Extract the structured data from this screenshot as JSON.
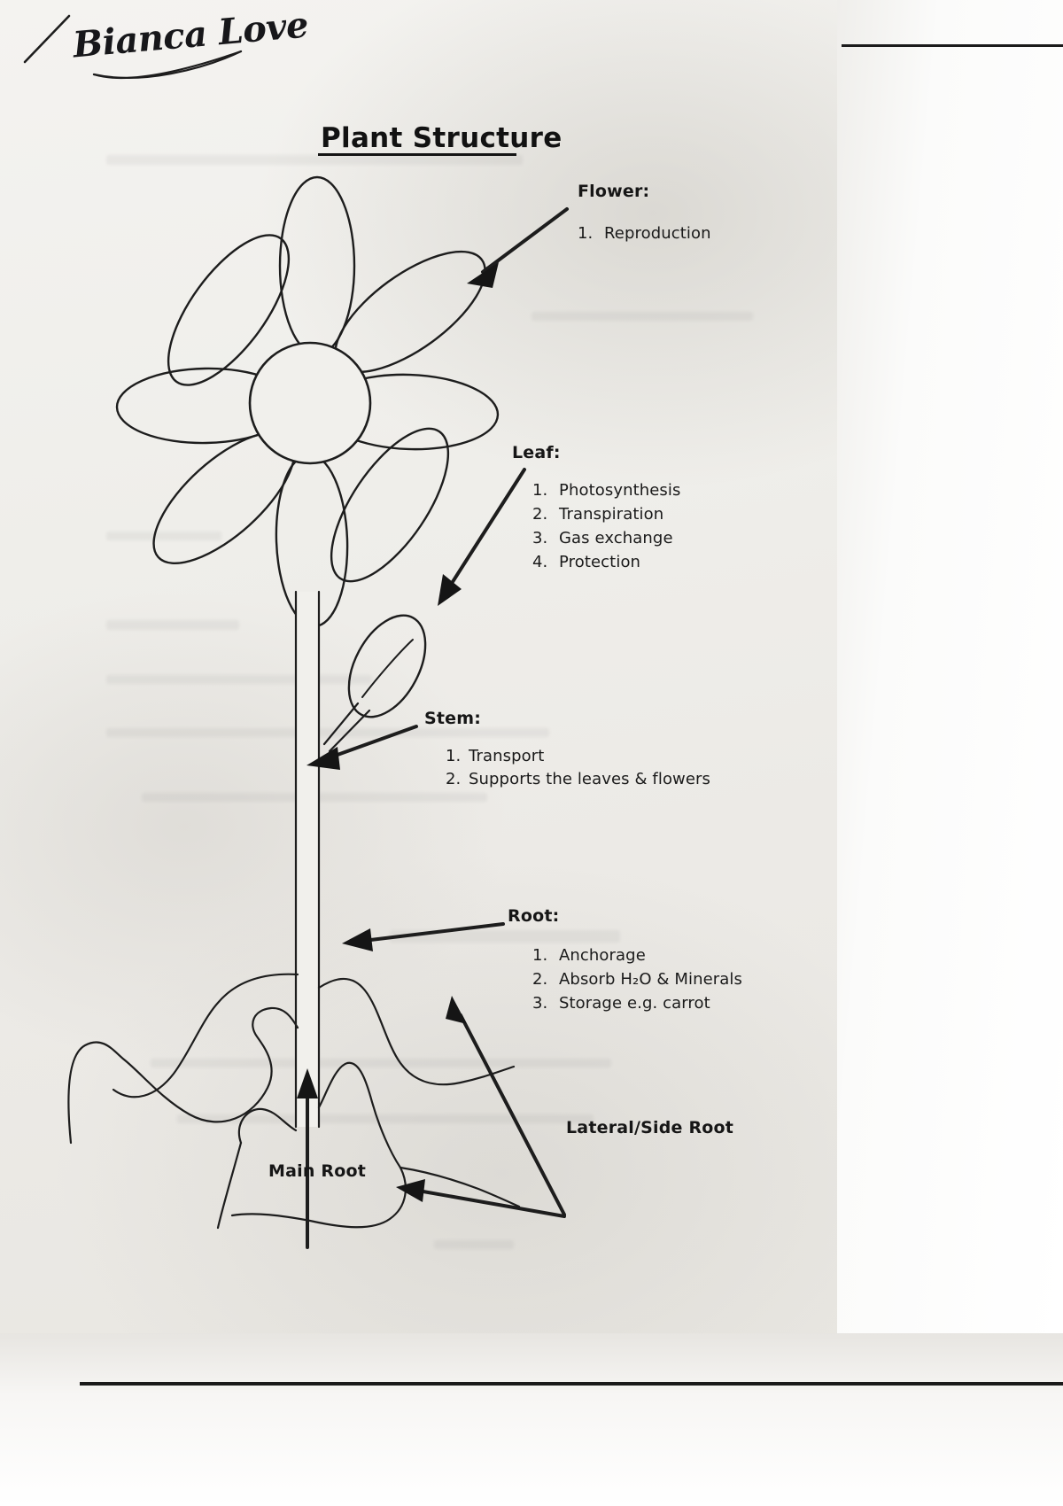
{
  "document": {
    "signature": "Bianca Love",
    "title": "Plant Structure"
  },
  "annotations": {
    "flower": {
      "heading": "Flower:",
      "items": [
        {
          "num": "1.",
          "text": "Reproduction"
        }
      ]
    },
    "leaf": {
      "heading": "Leaf:",
      "items": [
        {
          "num": "1.",
          "text": "Photosynthesis"
        },
        {
          "num": "2.",
          "text": "Transpiration"
        },
        {
          "num": "3.",
          "text": "Gas exchange"
        },
        {
          "num": "4.",
          "text": "Protection"
        }
      ]
    },
    "stem": {
      "heading": "Stem:",
      "items": [
        {
          "num": "1.",
          "text": "Transport"
        },
        {
          "num": "2.",
          "text": "Supports the leaves & flowers"
        }
      ]
    },
    "root": {
      "heading": "Root:",
      "items": [
        {
          "num": "1.",
          "text": "Anchorage"
        },
        {
          "num": "2.",
          "text": "Absorb H₂O & Minerals"
        },
        {
          "num": "3.",
          "text": "Storage e.g. carrot"
        }
      ]
    },
    "lateral_root_label": "Lateral/Side Root",
    "main_root_label": "Main Root"
  },
  "diagram": {
    "parts": [
      "flower-head",
      "flower-center",
      "petals",
      "stem",
      "leaf",
      "soil-line",
      "main-root",
      "lateral-roots"
    ],
    "petal_count": 8
  },
  "colors": {
    "ink": "#1d1d1d",
    "paper": "#efeeea",
    "margin": "#ffffff",
    "text": "#161616"
  }
}
